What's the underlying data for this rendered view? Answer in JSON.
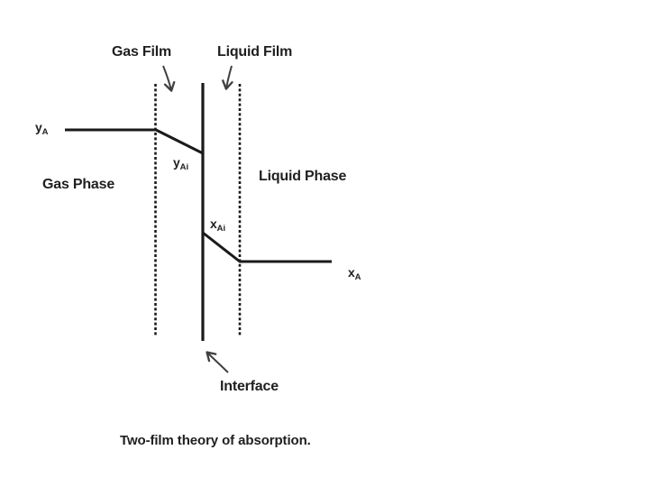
{
  "diagram": {
    "caption": "Two-film theory of absorption.",
    "regions": {
      "gas_film": "Gas Film",
      "liquid_film": "Liquid Film",
      "gas_phase": "Gas Phase",
      "liquid_phase": "Liquid Phase",
      "interface": "Interface"
    },
    "concentration_labels": {
      "y_a": {
        "base": "y",
        "sub": "A"
      },
      "y_ai": {
        "base": "y",
        "sub": "Ai"
      },
      "x_ai": {
        "base": "x",
        "sub": "Ai"
      },
      "x_a": {
        "base": "x",
        "sub": "A"
      }
    },
    "colors": {
      "line": "#1a1a1a",
      "arrow": "#404040",
      "text": "#1f1f1f",
      "background": "#ffffff"
    }
  }
}
